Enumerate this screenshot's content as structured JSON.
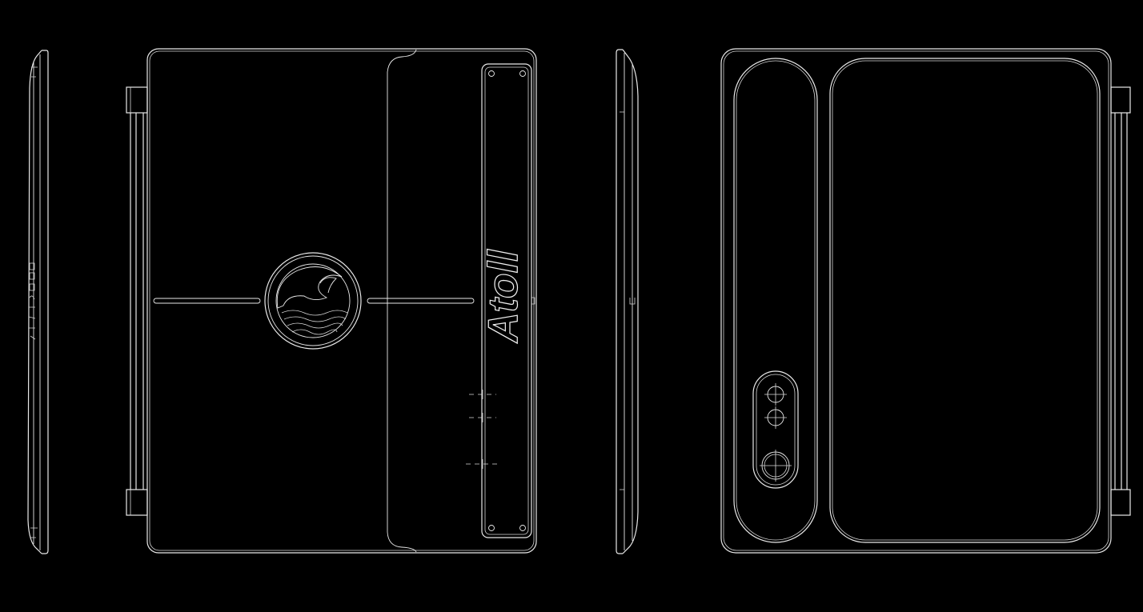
{
  "drawing": {
    "background": "#000000",
    "line_color": "#e9e9e9",
    "views": [
      "left-side-view",
      "front-view",
      "right-side-view",
      "back-view"
    ],
    "brand_text": "Atoll",
    "logo": "wave-emblem-icon"
  }
}
